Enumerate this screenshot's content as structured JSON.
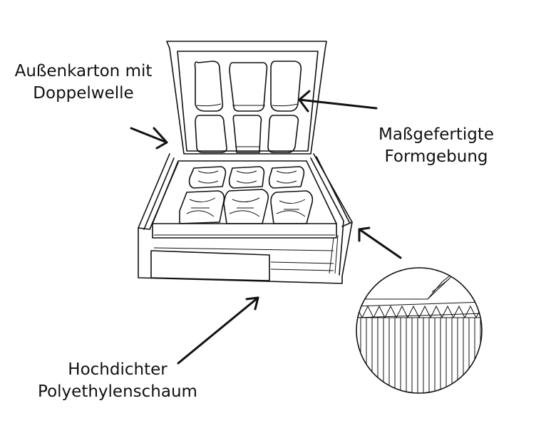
{
  "labels": {
    "outer_box": [
      "Außenkarton mit",
      "Doppelwelle"
    ],
    "custom_shape": [
      "Maßgefertigte",
      "Formgebung"
    ],
    "foam": [
      "Hochdichter",
      "Polyethylenschaum"
    ]
  },
  "colors": {
    "line": "#111111",
    "background": "#ffffff"
  }
}
